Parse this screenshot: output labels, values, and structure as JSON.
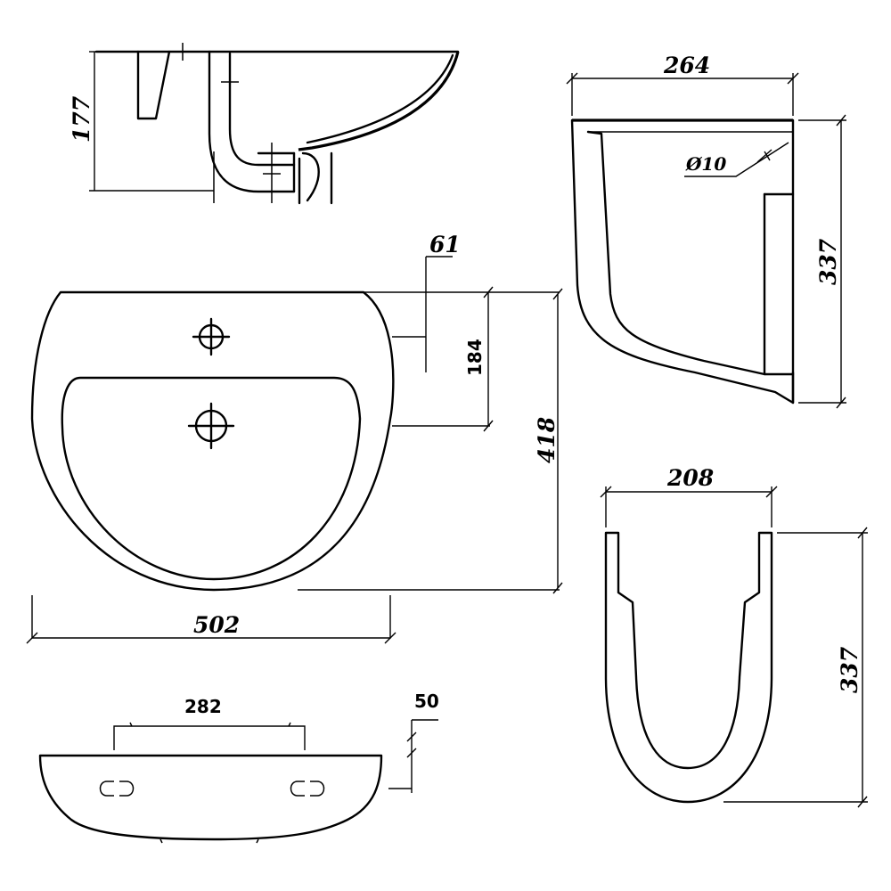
{
  "dimensions": {
    "side_height": "177",
    "side_depth": "264",
    "hole_diameter": "Ø10",
    "side_total_height": "337",
    "edge_offset": "61",
    "tap_to_back": "184",
    "basin_depth": "418",
    "basin_width": "502",
    "pedestal_width": "208",
    "pedestal_height": "337",
    "fixing_spacing": "282",
    "back_thickness": "50"
  },
  "colors": {
    "line": "#000000",
    "background": "#ffffff"
  }
}
